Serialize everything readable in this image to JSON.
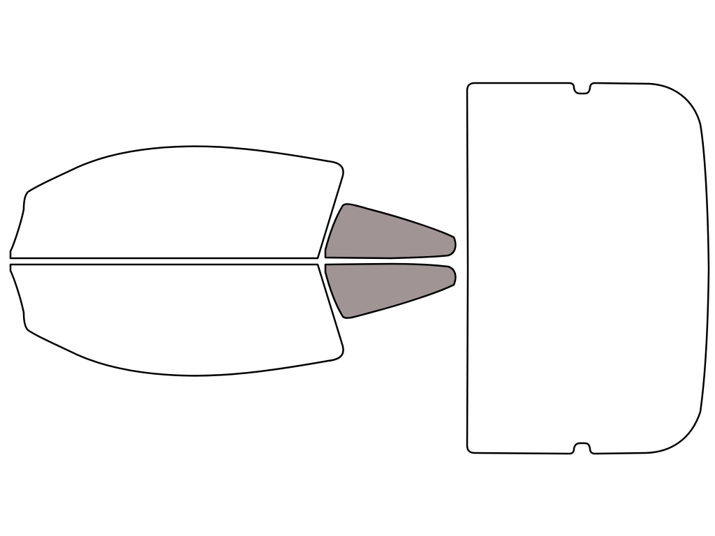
{
  "colors": {
    "background": "#ffffff",
    "outline": "#000000",
    "unselected": "#ffffff",
    "selected": "#a09494"
  },
  "pieces": [
    {
      "id": "front-door-window-upper",
      "selected": false
    },
    {
      "id": "front-door-window-lower",
      "selected": false
    },
    {
      "id": "rear-quarter-window-upper",
      "selected": true
    },
    {
      "id": "rear-quarter-window-lower",
      "selected": true
    },
    {
      "id": "rear-windshield",
      "selected": false
    }
  ]
}
